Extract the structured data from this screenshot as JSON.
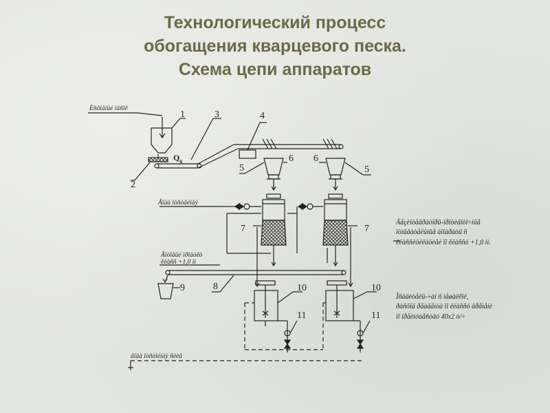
{
  "title": {
    "line1": "Технологический процесс",
    "line2": "обогащения кварцевого песка.",
    "line3": "Схема цепи аппаратов"
  },
  "labels": {
    "feed": "Èñõîäíûé ïåñîê",
    "water_supply": "Âîäà îòñòåéíàÿ",
    "sand_product": "Ãîòîâûé ïðîäóêò",
    "sand_size": "êëàññ +1,0 ìì",
    "drain": "âîäà îòñòîéíàÿ ñëèâ",
    "q": "Q",
    "q_sub": "x"
  },
  "notes": {
    "n1_line1": "Äåçèíòåãðàòîðû-ïðîòèâîòî÷íûå",
    "n1_line2": "îòìûâàòåëüíûå àïïàðàòû ñ",
    "n1_line3": "êëàññèôèêàöèåé ïî êëàññó +1,0 ìì.",
    "n2_line1": "Îñàäèòåëü-÷àí ñ ìåøàëêîé,",
    "n2_line2": "ðàñõîä ðåàãåíòà ïî êëàññó âðåìåíè",
    "n2_line3": "ïî ïðåèìóùåñòâó 40x2 ò/÷"
  },
  "numbers": {
    "n1": "1",
    "n2": "2",
    "n3": "3",
    "n4": "4",
    "n5a": "5",
    "n5b": "5",
    "n6a": "6",
    "n6b": "6",
    "n7a": "7",
    "n7b": "7",
    "n8": "8",
    "n9": "9",
    "n10a": "10",
    "n10b": "10",
    "n11a": "11",
    "n11b": "11"
  }
}
